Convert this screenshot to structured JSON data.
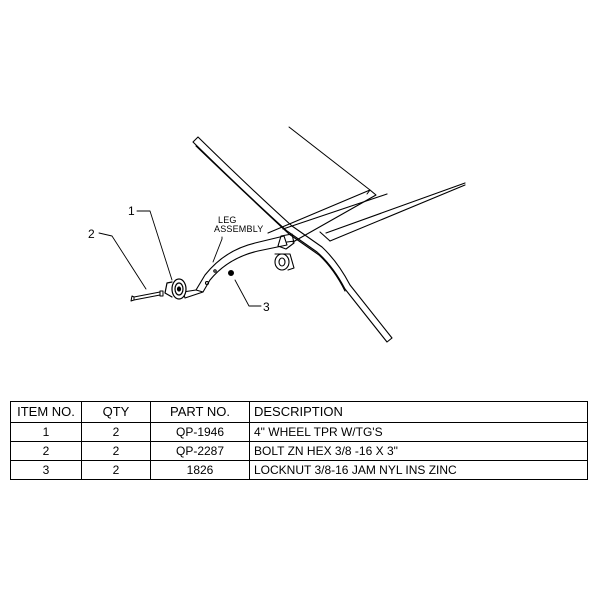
{
  "diagram": {
    "callouts": [
      {
        "id": "1",
        "label": "1"
      },
      {
        "id": "2",
        "label": "2"
      },
      {
        "id": "3",
        "label": "3"
      }
    ],
    "leg_label_line1": "LEG",
    "leg_label_line2": "ASSEMBLY"
  },
  "bom": {
    "headers": {
      "item": "ITEM NO.",
      "qty": "QTY",
      "part": "PART NO.",
      "desc": "DESCRIPTION"
    },
    "rows": [
      {
        "item": "1",
        "qty": "2",
        "part": "QP-1946",
        "desc": "4\" WHEEL TPR W/TG'S"
      },
      {
        "item": "2",
        "qty": "2",
        "part": "QP-2287",
        "desc": "BOLT ZN HEX 3/8 -16 X 3\""
      },
      {
        "item": "3",
        "qty": "2",
        "part": "1826",
        "desc": "LOCKNUT 3/8-16 JAM NYL INS ZINC"
      }
    ]
  }
}
